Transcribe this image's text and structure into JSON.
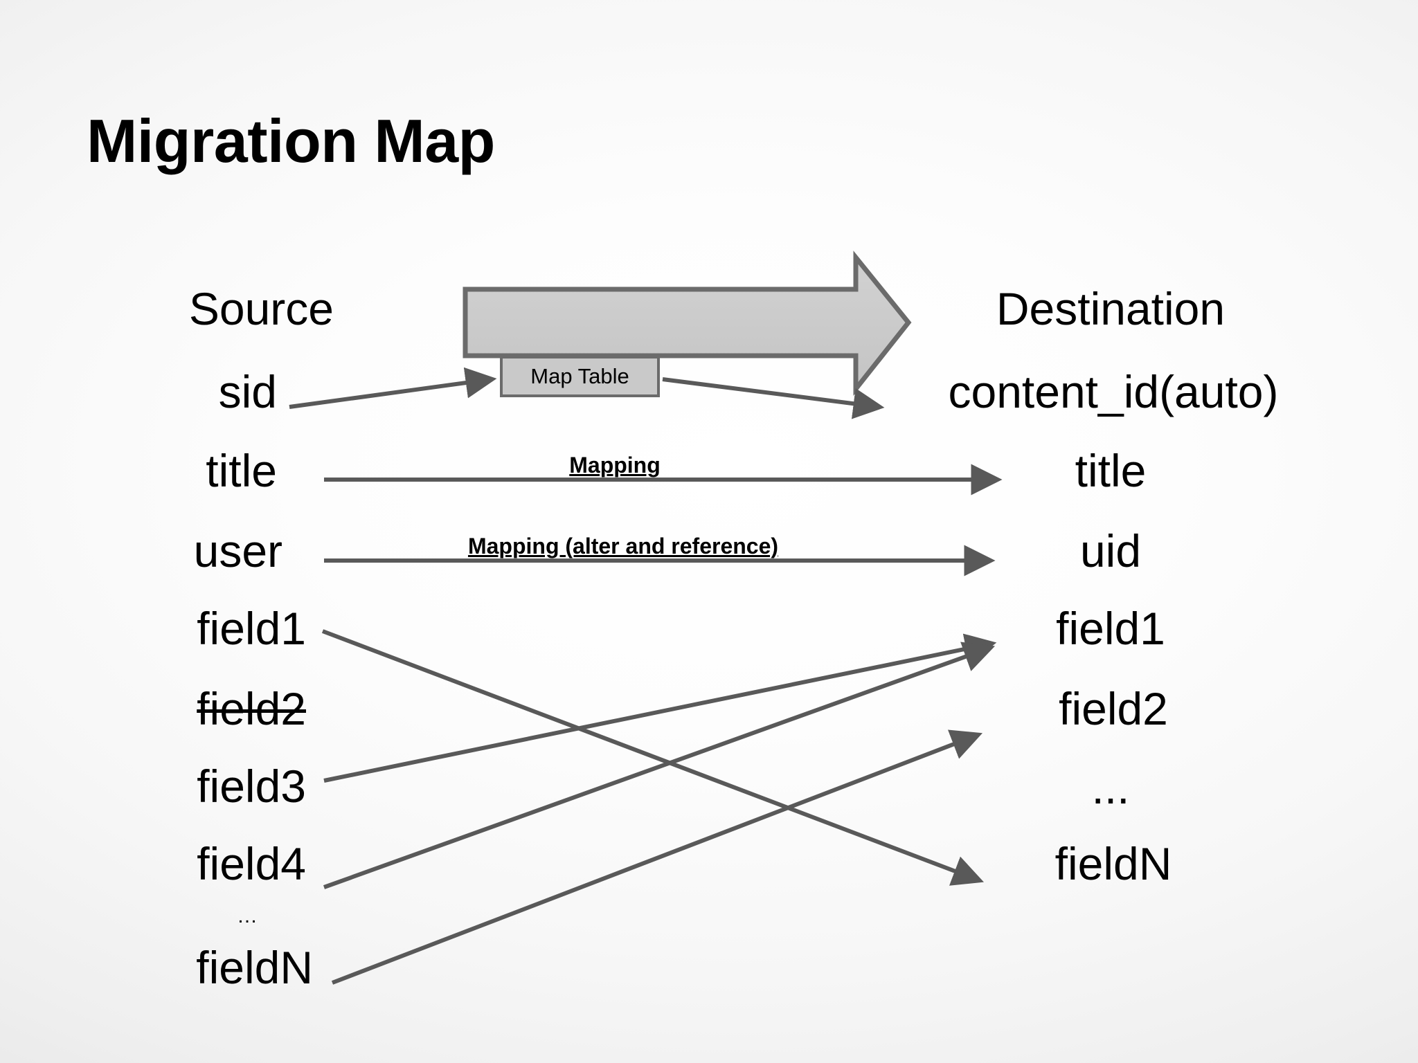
{
  "slide": {
    "title": "Migration Map",
    "background_start": "#ffffff",
    "background_end": "#dcdcdc"
  },
  "columns": {
    "source_heading": "Source",
    "destination_heading": "Destination"
  },
  "source_fields": [
    {
      "label": "sid"
    },
    {
      "label": "title"
    },
    {
      "label": "user"
    },
    {
      "label": "field1"
    },
    {
      "label": "field2",
      "struck_through": true
    },
    {
      "label": "field3"
    },
    {
      "label": "field4"
    },
    {
      "label": "…"
    },
    {
      "label": "fieldN"
    }
  ],
  "destination_fields": [
    {
      "label": "content_id(auto)"
    },
    {
      "label": "title"
    },
    {
      "label": "uid"
    },
    {
      "label": "field1"
    },
    {
      "label": "field2"
    },
    {
      "label": "..."
    },
    {
      "label": "fieldN"
    }
  ],
  "map_table": {
    "label": "Map Table"
  },
  "mappings": [
    {
      "caption": "Mapping"
    },
    {
      "caption": "Mapping (alter and reference)"
    }
  ],
  "big_arrow": {
    "name": "migration-direction-arrow",
    "fill": "#c9c9c9",
    "stroke": "#6b6b6b",
    "direction": "left-to-right"
  },
  "connector_color": "#595959",
  "text_color": "#000000"
}
